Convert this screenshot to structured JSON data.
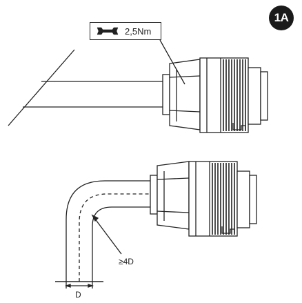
{
  "badge": {
    "text": "1A"
  },
  "torque": {
    "value": "2,5Nm",
    "icon": "wrench-icon"
  },
  "bend": {
    "radius_label": "≥4D",
    "diameter_label": "D"
  },
  "colors": {
    "line": "#222222",
    "badge_bg": "#1a1a1a"
  }
}
